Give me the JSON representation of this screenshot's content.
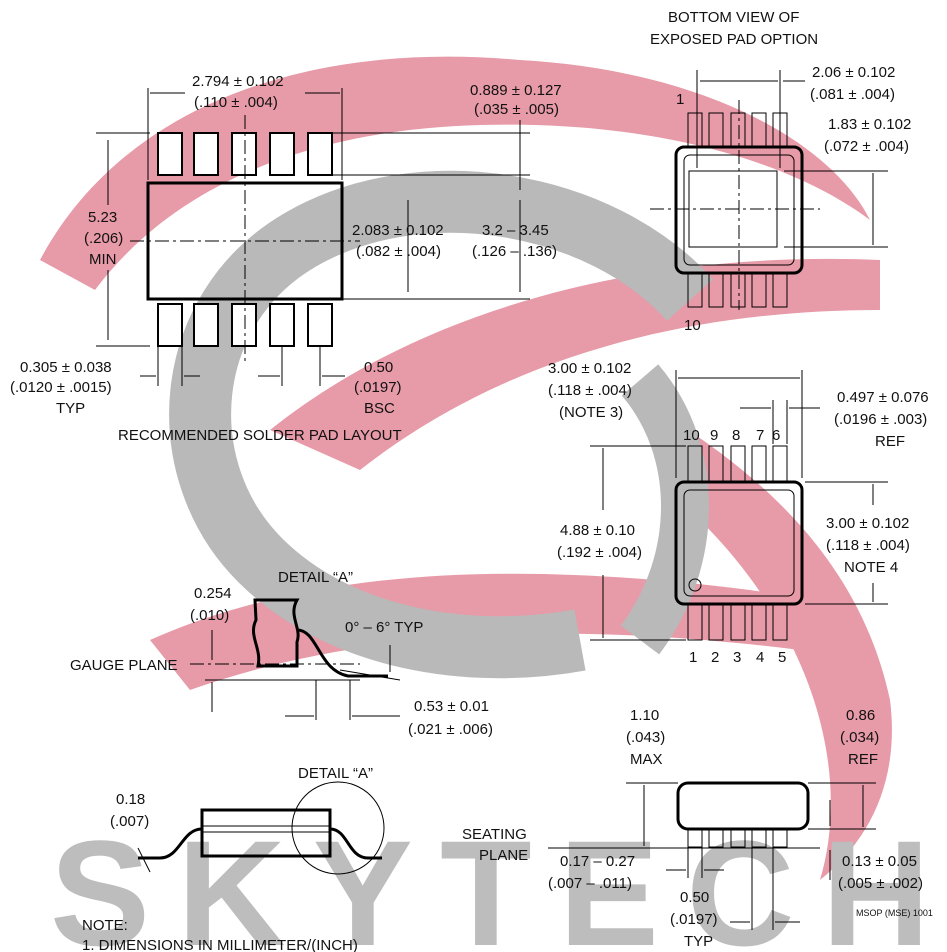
{
  "watermark": {
    "text": "SKYTECH",
    "colors": {
      "red": "#e79aa7",
      "gray": "#b9b9b9"
    }
  },
  "solder_pad": {
    "width_mm": "2.794 ± 0.102",
    "width_in": "(.110 ± .004)",
    "pad_len_mm": "0.889 ± 0.127",
    "pad_len_in": "(.035 ± .005)",
    "height_mm": "5.23",
    "height_in": "(.206)",
    "height_note": "MIN",
    "center_mm": "2.083 ± 0.102",
    "center_in": "(.082 ± .004)",
    "span_mm": "3.2 – 3.45",
    "span_in": "(.126 – .136)",
    "pad_w_mm": "0.305 ± 0.038",
    "pad_w_in": "(.0120 ± .0015)",
    "pad_w_note": "TYP",
    "pitch_mm": "0.50",
    "pitch_in": "(.0197)",
    "pitch_note": "BSC",
    "caption": "RECOMMENDED SOLDER PAD LAYOUT"
  },
  "bottom_view": {
    "title_line1": "BOTTOM VIEW OF",
    "title_line2": "EXPOSED PAD OPTION",
    "pad_w_mm": "2.06 ± 0.102",
    "pad_w_in": "(.081 ± .004)",
    "pad_h_mm": "1.83 ± 0.102",
    "pad_h_in": "(.072 ± .004)",
    "pin1": "1",
    "pin10": "10"
  },
  "top_view": {
    "len_mm": "3.00 ± 0.102",
    "len_in": "(.118 ± .004)",
    "len_note": "(NOTE 3)",
    "lead_mm": "0.497 ± 0.076",
    "lead_in": "(.0196 ± .003)",
    "lead_note": "REF",
    "overall_mm": "4.88 ± 0.10",
    "overall_in": "(.192 ± .004)",
    "body_w_mm": "3.00 ± 0.102",
    "body_w_in": "(.118 ± .004)",
    "body_w_note": "NOTE 4",
    "pins_top": [
      "10",
      "9",
      "8",
      "7",
      "6"
    ],
    "pins_bottom": [
      "1",
      "2",
      "3",
      "4",
      "5"
    ]
  },
  "detail_a": {
    "title": "DETAIL “A”",
    "gauge_mm": "0.254",
    "gauge_in": "(.010)",
    "angle": "0° – 6° TYP",
    "gauge_label": "GAUGE PLANE",
    "foot_mm": "0.53 ± 0.01",
    "foot_in": "(.021 ± .006)"
  },
  "side_view": {
    "detail_label": "DETAIL “A”",
    "thick_mm": "0.18",
    "thick_in": "(.007)",
    "note_title": "NOTE:",
    "note_1": "1. DIMENSIONS IN MILLIMETER/(INCH)"
  },
  "end_view": {
    "height_mm": "1.10",
    "height_in": "(.043)",
    "height_note": "MAX",
    "ref_mm": "0.86",
    "ref_in": "(.034)",
    "ref_note": "REF",
    "seating_1": "SEATING",
    "seating_2": "PLANE",
    "lead_w_mm": "0.17 – 0.27",
    "lead_w_in": "(.007 – .011)",
    "pitch_mm": "0.50",
    "pitch_in": "(.0197)",
    "pitch_note": "TYP",
    "standoff_mm": "0.13 ± 0.05",
    "standoff_in": "(.005 ± .002)",
    "drawing_id": "MSOP (MSE) 1001"
  }
}
